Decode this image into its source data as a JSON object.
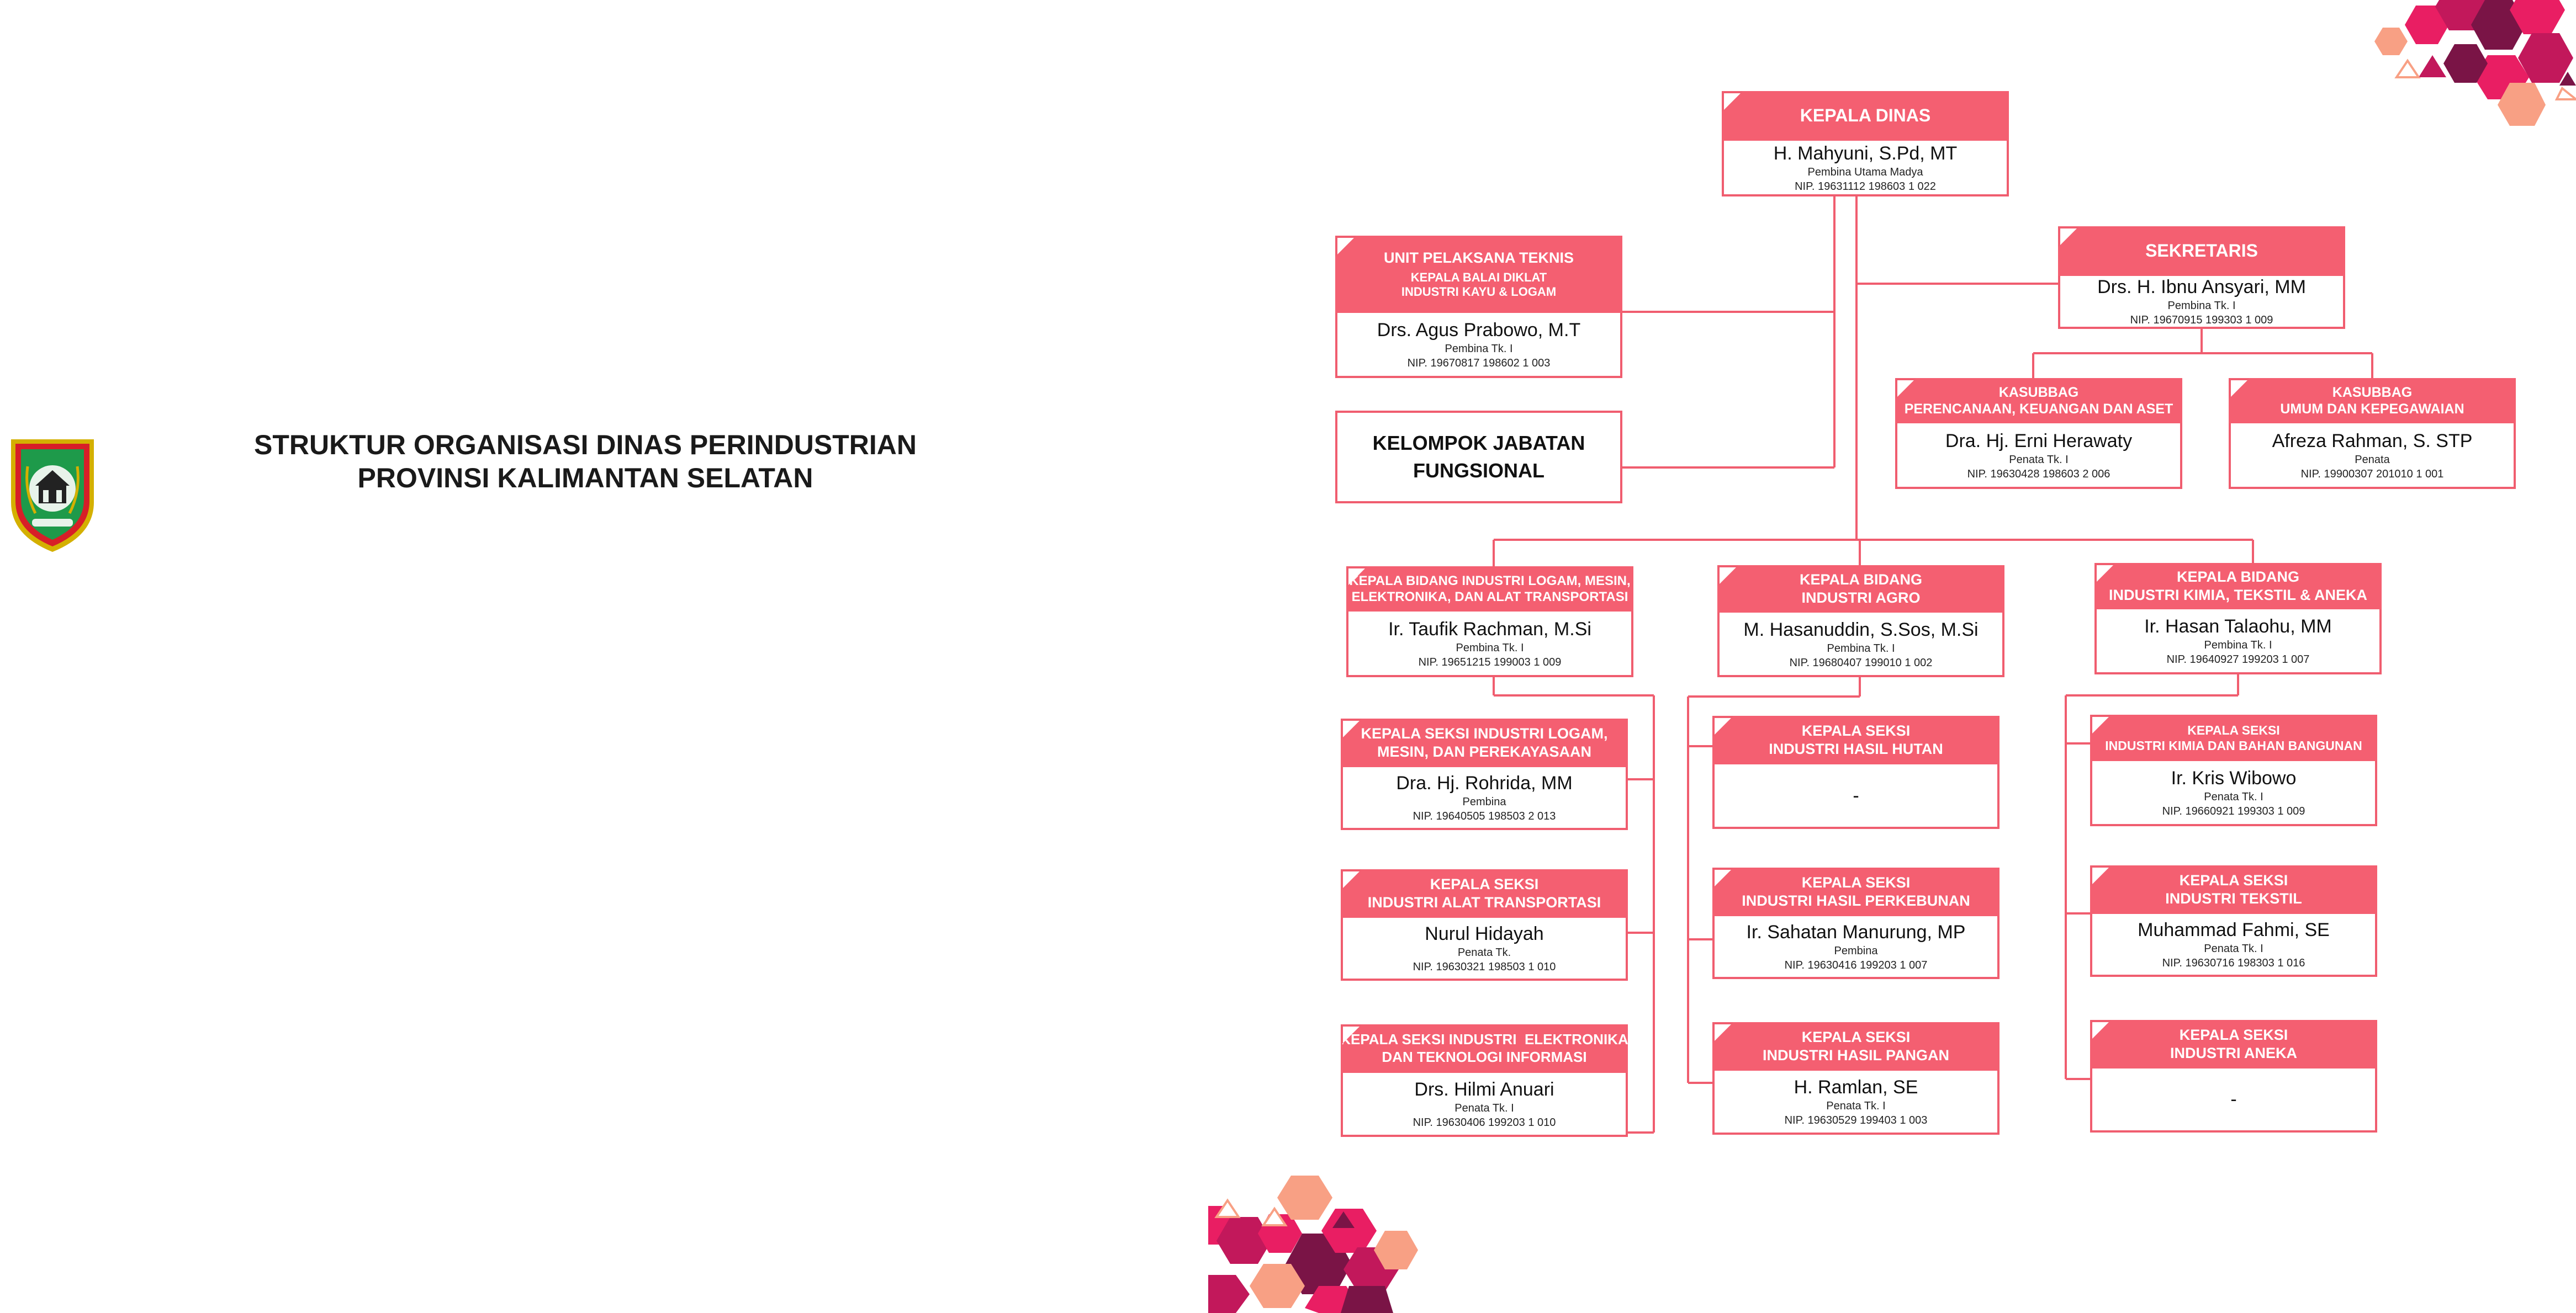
{
  "title": {
    "line1": "STRUKTUR ORGANISASI DINAS PERINDUSTRIAN",
    "line2": "PROVINSI KALIMANTAN SELATAN"
  },
  "colors": {
    "accent": "#f45f71",
    "line": "#f05d6f",
    "deco_dark": "#7a1446",
    "deco_mid": "#c2185b",
    "deco_pink": "#e91e63",
    "deco_peach": "#f8a084"
  },
  "kepala_dinas": {
    "title": [
      "KEPALA DINAS"
    ],
    "name": "H. Mahyuni, S.Pd, MT",
    "rank": "Pembina Utama Madya",
    "nip": "NIP. 19631112 198603 1 022"
  },
  "sekretaris": {
    "title": [
      "SEKRETARIS"
    ],
    "name": "Drs. H. Ibnu Ansyari, MM",
    "rank": "Pembina Tk. I",
    "nip": "NIP. 19670915 199303 1 009"
  },
  "upt": {
    "title": [
      "UNIT PELAKSANA TEKNIS",
      "KEPALA BALAI DIKLAT",
      "INDUSTRI KAYU & LOGAM"
    ],
    "name": "Drs. Agus Prabowo, M.T",
    "rank": "Pembina Tk. I",
    "nip": "NIP. 19670817 198602 1 003"
  },
  "fungsional": {
    "line1": "KELOMPOK JABATAN",
    "line2": "FUNGSIONAL"
  },
  "kasubbag_perencanaan": {
    "title": [
      "KASUBBAG",
      "PERENCANAAN, KEUANGAN DAN ASET"
    ],
    "name": "Dra. Hj. Erni Herawaty",
    "rank": "Penata Tk. I",
    "nip": "NIP. 19630428 198603 2 006"
  },
  "kasubbag_umum": {
    "title": [
      "KASUBBAG",
      "UMUM DAN KEPEGAWAIAN"
    ],
    "name": "Afreza Rahman, S. STP",
    "rank": "Penata",
    "nip": "NIP. 19900307 201010 1 001"
  },
  "bidang_logam": {
    "title": [
      "KEPALA BIDANG INDUSTRI LOGAM, MESIN,",
      "ELEKTRONIKA, DAN ALAT TRANSPORTASI"
    ],
    "name": "Ir. Taufik Rachman, M.Si",
    "rank": "Pembina Tk. I",
    "nip": "NIP. 19651215 199003 1 009"
  },
  "bidang_agro": {
    "title": [
      "KEPALA BIDANG",
      "INDUSTRI AGRO"
    ],
    "name": "M. Hasanuddin, S.Sos, M.Si",
    "rank": "Pembina Tk. I",
    "nip": "NIP. 19680407 199010 1 002"
  },
  "bidang_kimia": {
    "title": [
      "KEPALA BIDANG",
      "INDUSTRI KIMIA, TEKSTIL & ANEKA"
    ],
    "name": "Ir. Hasan Talaohu, MM",
    "rank": "Pembina Tk. I",
    "nip": "NIP. 19640927 199203 1 007"
  },
  "seksi_logam": {
    "title": [
      "KEPALA SEKSI INDUSTRI LOGAM,",
      "MESIN, DAN PEREKAYASAAN"
    ],
    "name": "Dra. Hj. Rohrida, MM",
    "rank": "Pembina",
    "nip": "NIP. 19640505 198503 2 013"
  },
  "seksi_transportasi": {
    "title": [
      "KEPALA SEKSI",
      "INDUSTRI ALAT TRANSPORTASI"
    ],
    "name": "Nurul Hidayah",
    "rank": "Penata Tk.",
    "nip": "NIP. 19630321 198503 1 010"
  },
  "seksi_elektronika": {
    "title": [
      "KEPALA SEKSI INDUSTRI  ELEKTRONIKA",
      "DAN TEKNOLOGI INFORMASI"
    ],
    "name": "Drs. Hilmi Anuari",
    "rank": "Penata Tk. I",
    "nip": "NIP. 19630406 199203 1 010"
  },
  "seksi_hutan": {
    "title": [
      "KEPALA SEKSI",
      "INDUSTRI HASIL HUTAN"
    ],
    "name": "-",
    "rank": "",
    "nip": ""
  },
  "seksi_perkebunan": {
    "title": [
      "KEPALA SEKSI",
      "INDUSTRI HASIL PERKEBUNAN"
    ],
    "name": "Ir. Sahatan Manurung, MP",
    "rank": "Pembina",
    "nip": "NIP. 19630416 199203 1 007"
  },
  "seksi_pangan": {
    "title": [
      "KEPALA SEKSI",
      "INDUSTRI HASIL PANGAN"
    ],
    "name": "H. Ramlan, SE",
    "rank": "Penata Tk. I",
    "nip": "NIP. 19630529 199403 1 003"
  },
  "seksi_kimia": {
    "title": [
      "KEPALA SEKSI",
      "INDUSTRI KIMIA DAN BAHAN BANGUNAN"
    ],
    "name": "Ir. Kris Wibowo",
    "rank": "Penata Tk. I",
    "nip": "NIP. 19660921 199303 1 009"
  },
  "seksi_tekstil": {
    "title": [
      "KEPALA SEKSI",
      "INDUSTRI TEKSTIL"
    ],
    "name": "Muhammad Fahmi, SE",
    "rank": "Penata Tk. I",
    "nip": "NIP. 19630716 198303 1 016"
  },
  "seksi_aneka": {
    "title": [
      "KEPALA SEKSI",
      "INDUSTRI ANEKA"
    ],
    "name": "-",
    "rank": "",
    "nip": ""
  }
}
